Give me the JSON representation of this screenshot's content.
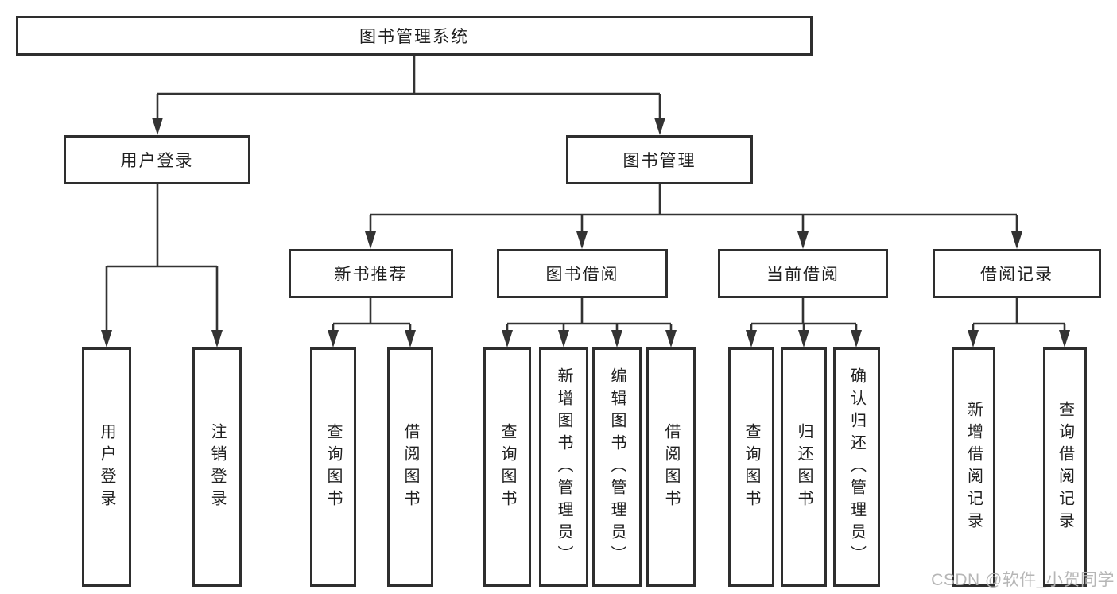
{
  "diagram": {
    "root": {
      "label": "图书管理系统"
    },
    "level2": {
      "user_login": {
        "label": "用户登录"
      },
      "book_management": {
        "label": "图书管理"
      }
    },
    "level3": {
      "new_book_recommend": {
        "label": "新书推荐"
      },
      "book_borrowing": {
        "label": "图书借阅"
      },
      "current_borrowing": {
        "label": "当前借阅"
      },
      "borrowing_records": {
        "label": "借阅记录"
      }
    },
    "leaves": {
      "user_login": {
        "label": "用户登录"
      },
      "logout": {
        "label": "注销登录"
      },
      "recommend_query_books": {
        "label": "查询图书"
      },
      "recommend_borrow_books": {
        "label": "借阅图书"
      },
      "borrow_query_books": {
        "label": "查询图书"
      },
      "borrow_add_books_admin": {
        "label": "新增图书（管理员）"
      },
      "borrow_edit_books_admin": {
        "label": "编辑图书（管理员）"
      },
      "borrow_borrow_books": {
        "label": "借阅图书"
      },
      "current_query_books": {
        "label": "查询图书"
      },
      "current_return_books": {
        "label": "归还图书"
      },
      "current_confirm_return_admin": {
        "label": "确认归还（管理员）"
      },
      "records_add_record": {
        "label": "新增借阅记录"
      },
      "records_query_record": {
        "label": "查询借阅记录"
      }
    }
  },
  "watermark": {
    "text": "CSDN @软件_小贺同学"
  },
  "colors": {
    "background": "#ffffff",
    "box_border": "#2e2e2e",
    "connector_line": "#333333",
    "text": "#1f1f1f",
    "watermark_text": "#b3b3b3"
  }
}
